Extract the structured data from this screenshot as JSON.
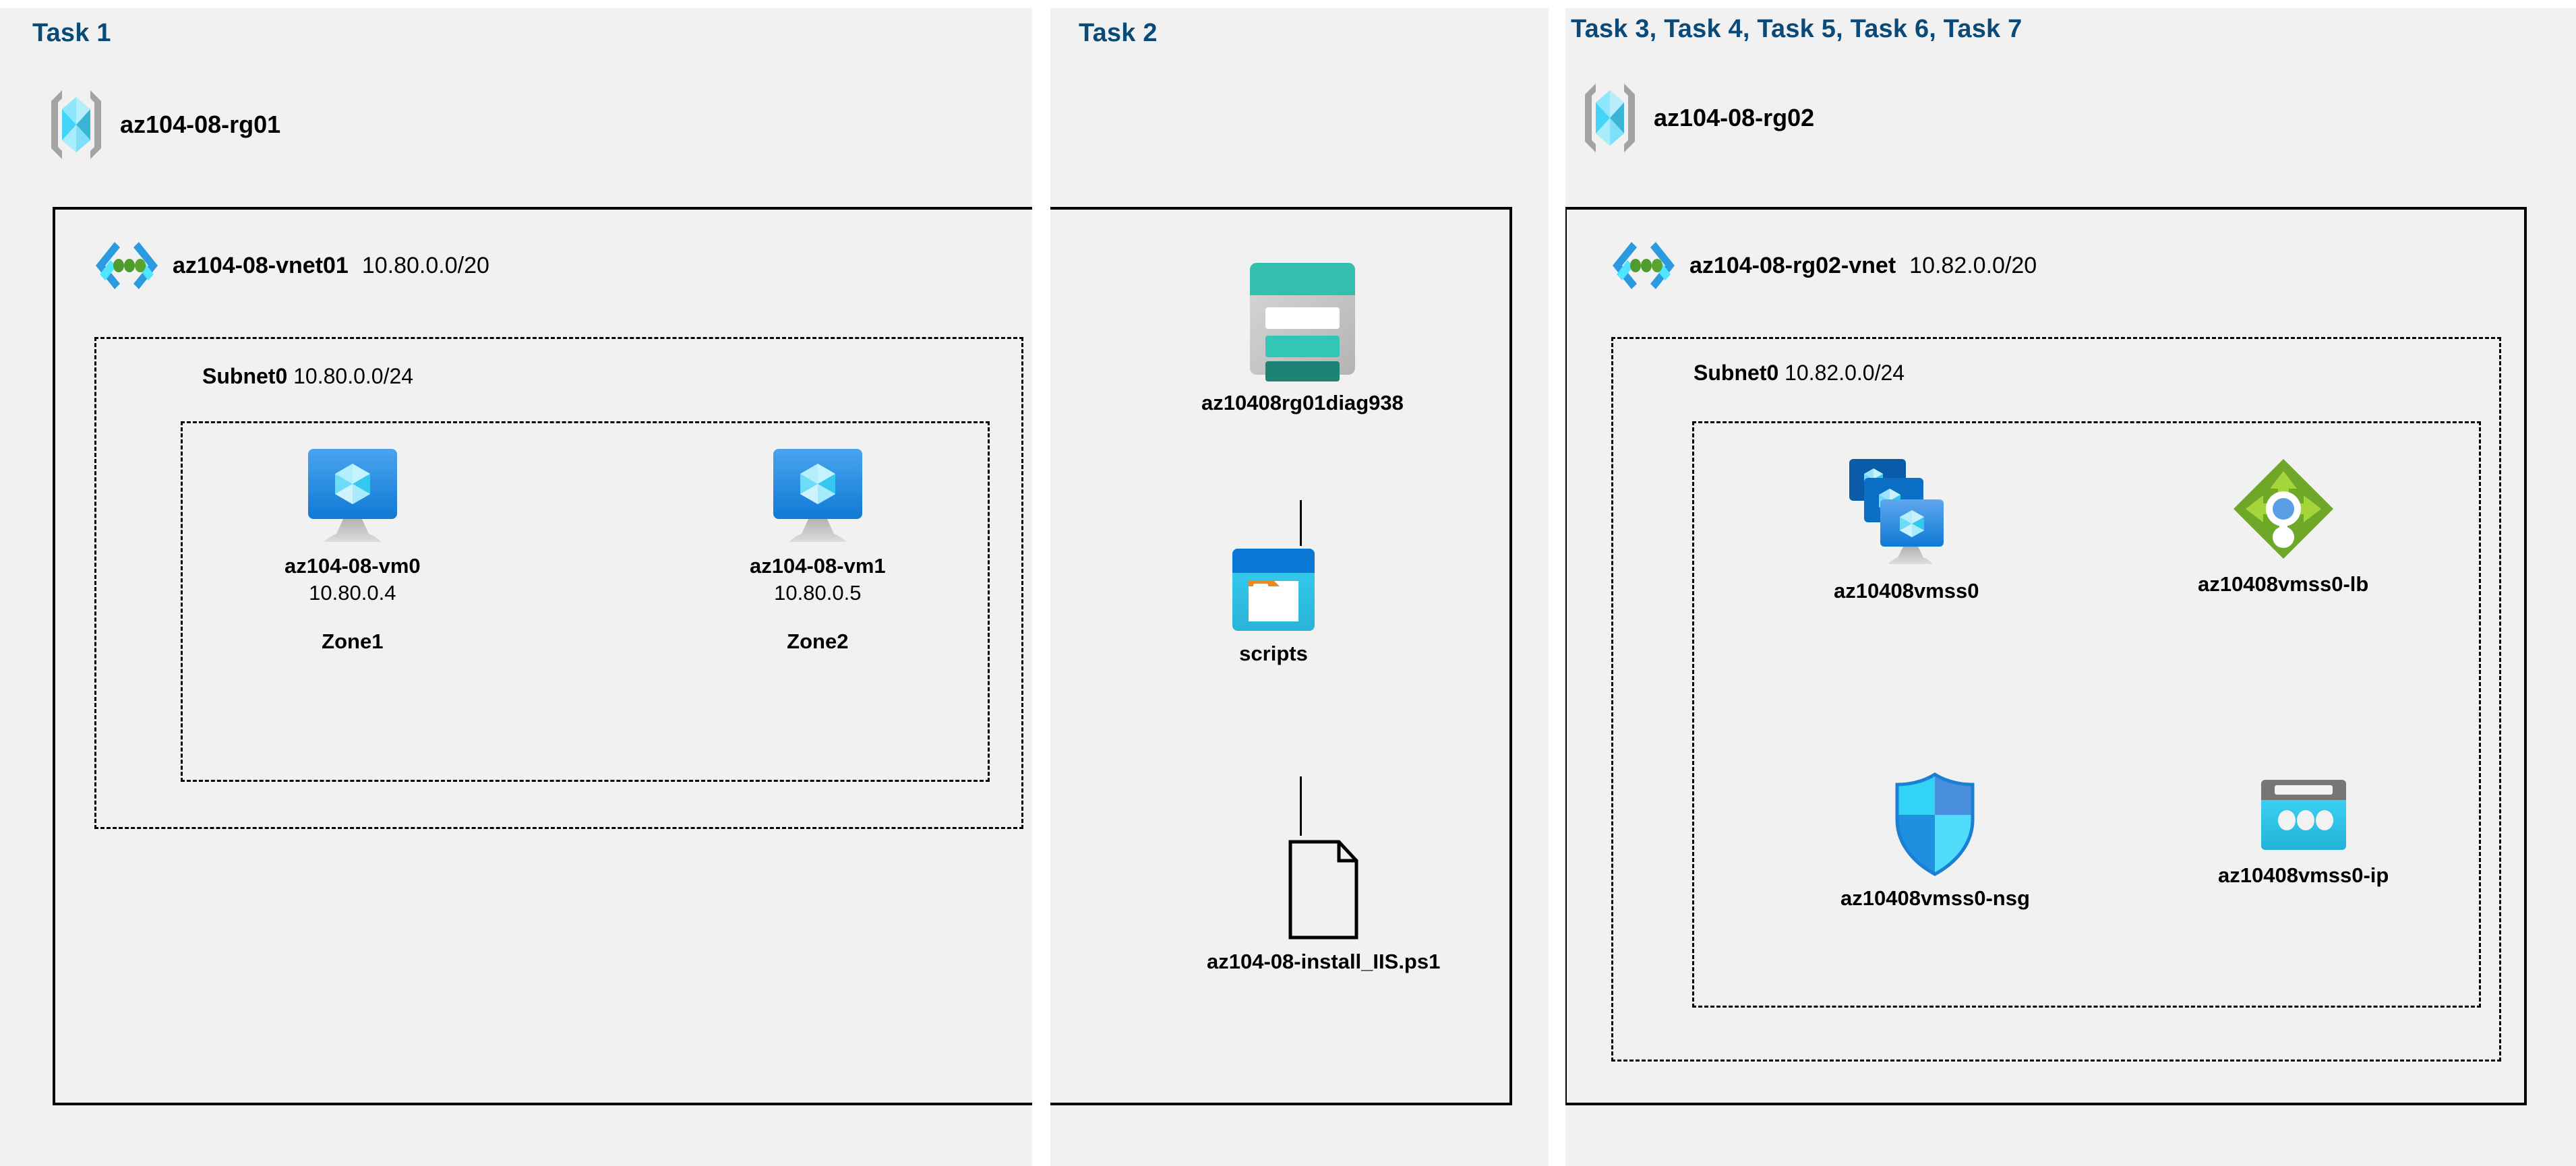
{
  "diagram": {
    "title": "Azure AZ-104 Lab 08 architecture",
    "background": "#f1f1f1",
    "accent": "#0b4a78"
  },
  "tasks": [
    {
      "id": "task1",
      "header": "Task 1"
    },
    {
      "id": "task2",
      "header": "Task 2"
    },
    {
      "id": "task3",
      "header": "Task 3, Task 4, Task 5, Task 6, Task 7"
    }
  ],
  "resource_groups": [
    {
      "name": "az104-08-rg01",
      "icon": "resource-group-icon"
    },
    {
      "name": "az104-08-rg02",
      "icon": "resource-group-icon"
    }
  ],
  "vnets": [
    {
      "name": "az104-08-vnet01",
      "cidr": "10.80.0.0/20",
      "icon": "virtual-network-icon"
    },
    {
      "name": "az104-08-rg02-vnet",
      "cidr": "10.82.0.0/20",
      "icon": "virtual-network-icon"
    }
  ],
  "subnets": [
    {
      "name": "Subnet0",
      "cidr": "10.80.0.0/24"
    },
    {
      "name": "Subnet0",
      "cidr": "10.82.0.0/24"
    }
  ],
  "virtual_machines": [
    {
      "name": "az104-08-vm0",
      "ip": "10.80.0.4",
      "zone": "Zone1",
      "icon": "virtual-machine-icon"
    },
    {
      "name": "az104-08-vm1",
      "ip": "10.80.0.5",
      "zone": "Zone2",
      "icon": "virtual-machine-icon"
    }
  ],
  "storage": {
    "account": {
      "name": "az10408rg01diag938",
      "icon": "storage-account-icon"
    },
    "container": {
      "name": "scripts",
      "icon": "blob-container-icon"
    },
    "file": {
      "name": "az104-08-install_IIS.ps1",
      "icon": "file-icon"
    }
  },
  "scale_set_resources": [
    {
      "name": "az10408vmss0",
      "icon": "vm-scale-set-icon"
    },
    {
      "name": "az10408vmss0-lb",
      "icon": "load-balancer-icon"
    },
    {
      "name": "az10408vmss0-nsg",
      "icon": "network-security-group-icon"
    },
    {
      "name": "az10408vmss0-ip",
      "icon": "public-ip-address-icon"
    }
  ],
  "colors": {
    "task_header": "#0b4a78",
    "panel_bg": "#f1f1f1",
    "border": "#000000",
    "vm_blue": "#2f8ae0",
    "storage_teal": "#32bfb0",
    "blob_blue": "#0b77d4",
    "lb_green": "#6fa829",
    "nsg_blue": "#32c5f4",
    "ip_cyan": "#34c6ef",
    "vnet_green_dot": "#4f9b2f"
  }
}
